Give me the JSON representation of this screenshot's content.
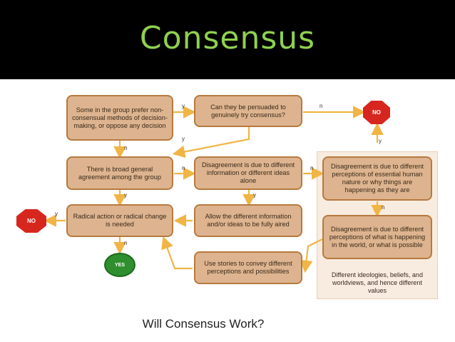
{
  "slide": {
    "title": "Consensus"
  },
  "diagram": {
    "caption": "Will Consensus Work?",
    "boxes": {
      "b1": "Some in the group prefer non-consensual methods of decision-making, or oppose any decision",
      "b2": "Can they be persuaded to genuinely try consensus?",
      "b3": "There is broad general agreement among the group",
      "b4": "Disagreement is due to different information or different ideas alone",
      "b5": "Disagreement is due to different perceptions of essential human nature or why things are happening as they are",
      "b6": "Radical action or radical change is needed",
      "b7": "Allow the different information and/or ideas to be fully aired",
      "b8": "Disagreement is due to different perceptions of what is happening in the world, or what is possible",
      "b9": "Use stories to convey different perceptions and possibilities"
    },
    "side_text": "Different ideologies, beliefs, and worldviews, and hence different values",
    "terminals": {
      "no_top": "NO",
      "no_left": "NO",
      "yes": "YES"
    },
    "edge_labels": {
      "y": "y",
      "n": "n"
    }
  }
}
